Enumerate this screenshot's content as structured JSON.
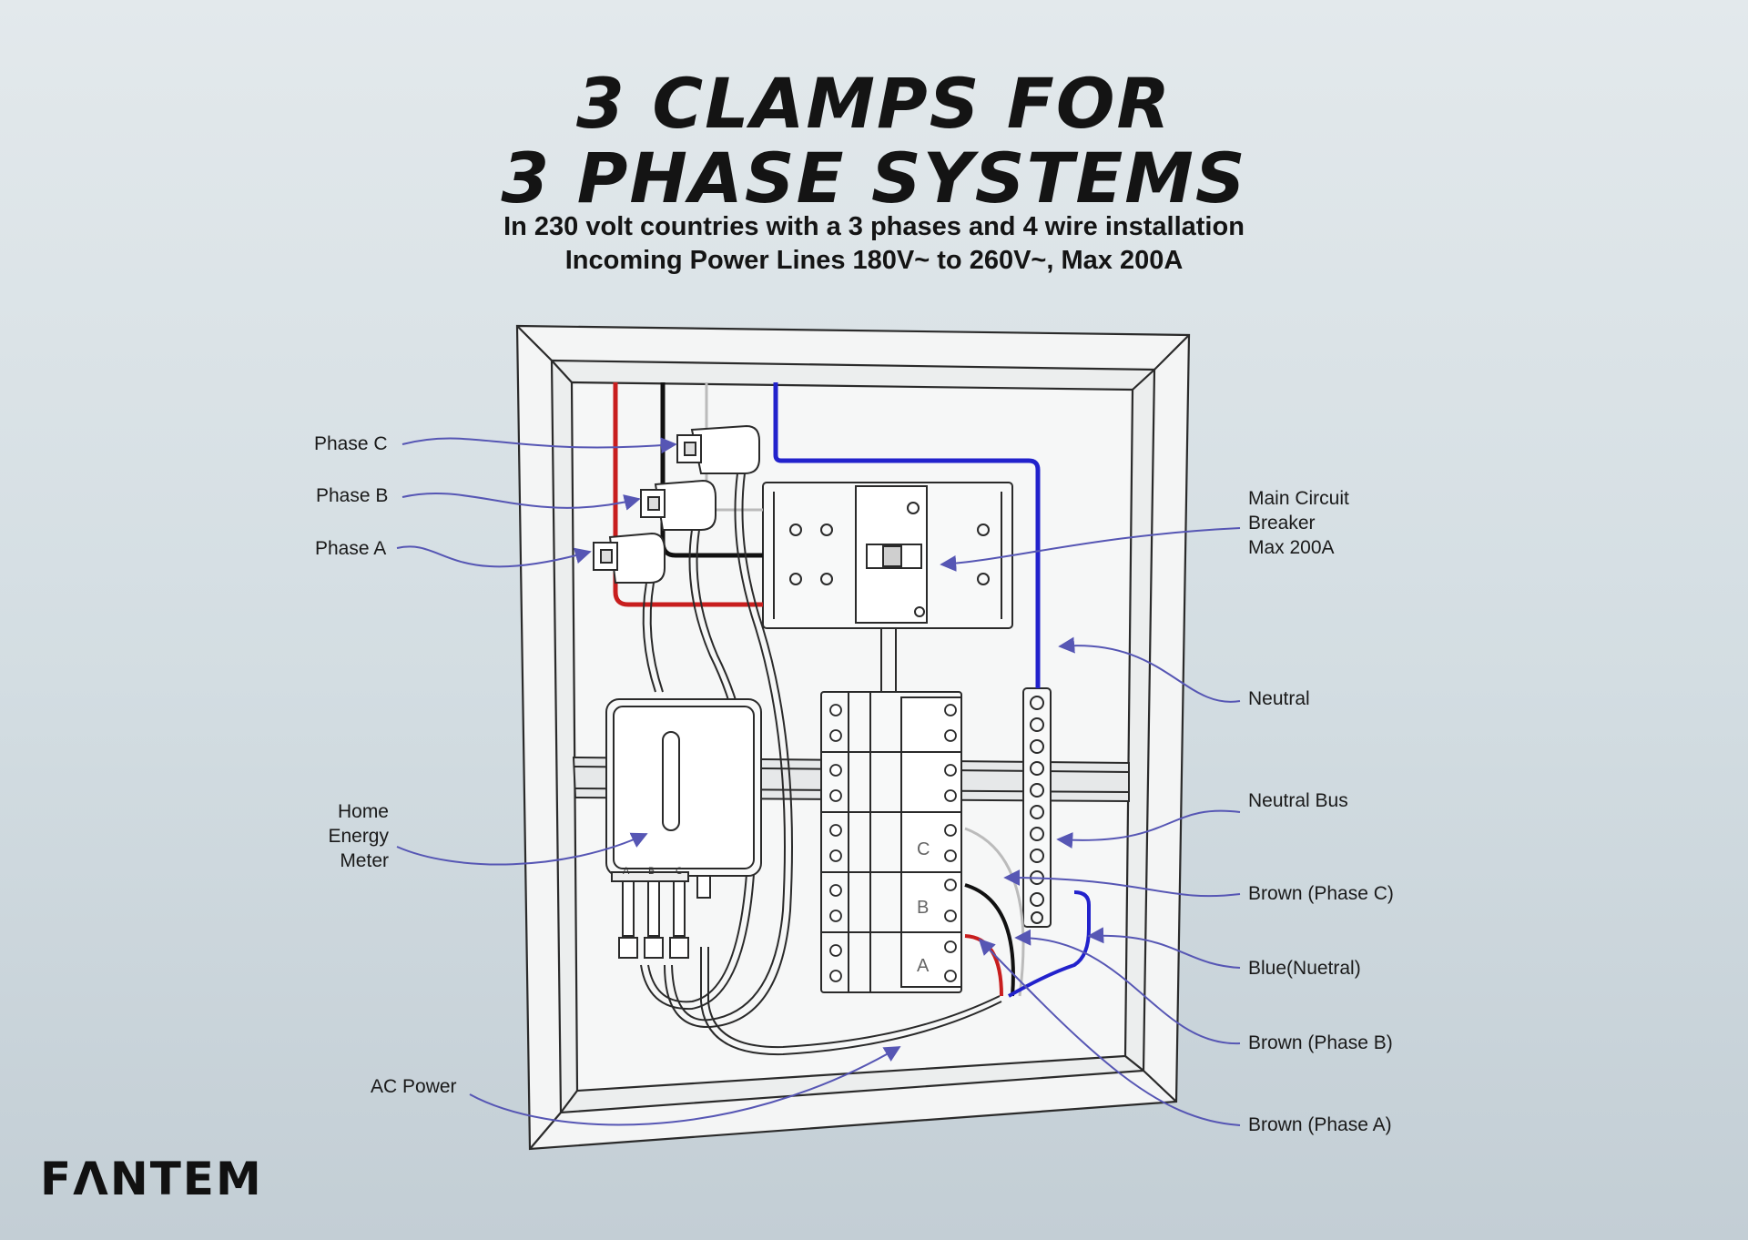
{
  "header": {
    "title_line1": "3 CLAMPS FOR",
    "title_line2": "3 PHASE SYSTEMS",
    "subtitle_line1": "In 230 volt countries with a 3 phases and 4 wire installation",
    "subtitle_line2": "Incoming Power Lines 180V~ to 260V~, Max 200A"
  },
  "labels": {
    "phase_c": "Phase C",
    "phase_b": "Phase B",
    "phase_a": "Phase A",
    "meter_line1": "Home",
    "meter_line2": "Energy",
    "meter_line3": "Meter",
    "ac_power": "AC Power",
    "mcb_line1": "Main Circuit",
    "mcb_line2": "Breaker",
    "mcb_line3": "Max 200A",
    "neutral": "Neutral",
    "neutral_bus": "Neutral Bus",
    "brown_c": "Brown (Phase C)",
    "blue_neutral": "Blue(Nuetral)",
    "brown_b": "Brown (Phase B)",
    "brown_a": "Brown (Phase A)"
  },
  "meter_ports": [
    "A",
    "B",
    "C"
  ],
  "breaker_letters": [
    "C",
    "B",
    "A"
  ],
  "colors": {
    "wire_red": "#c81e1e",
    "wire_black": "#111111",
    "wire_blue": "#2222cc",
    "leader": "#5656b4",
    "outline": "#2a2a2a",
    "panel_fill": "#f4f5f5"
  },
  "brand": {
    "logo": "FΛNTEM"
  }
}
